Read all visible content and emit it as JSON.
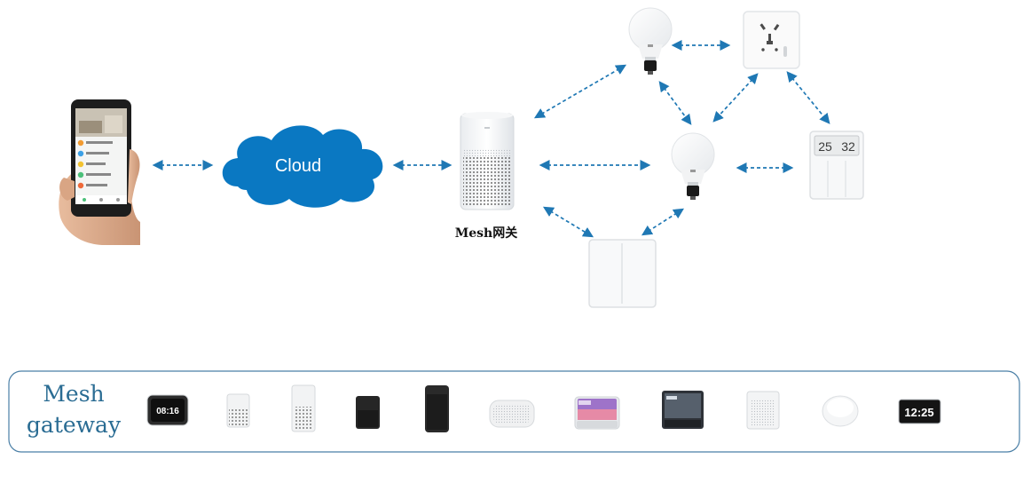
{
  "nodes": {
    "cloud_label": "Cloud",
    "gateway_label": "Mesh网关"
  },
  "legend": {
    "title_line1": "Mesh",
    "title_line2": "gateway"
  },
  "displays": {
    "clock_small": "08:16",
    "sensor_temp": "25",
    "sensor_humidity": "32",
    "led_clock": "12:25"
  },
  "colors": {
    "arrow": "#1f78b4",
    "cloud_fill": "#0a78c2",
    "panel_border": "#4a7fa6",
    "legend_text": "#2a6c93"
  },
  "icons": {
    "phone": "smartphone-in-hand",
    "gateway": "smart-speaker",
    "bulb": "light-bulb",
    "socket": "wall-socket",
    "switch": "wall-switch",
    "sensor_switch": "sensor-switch-panel"
  }
}
